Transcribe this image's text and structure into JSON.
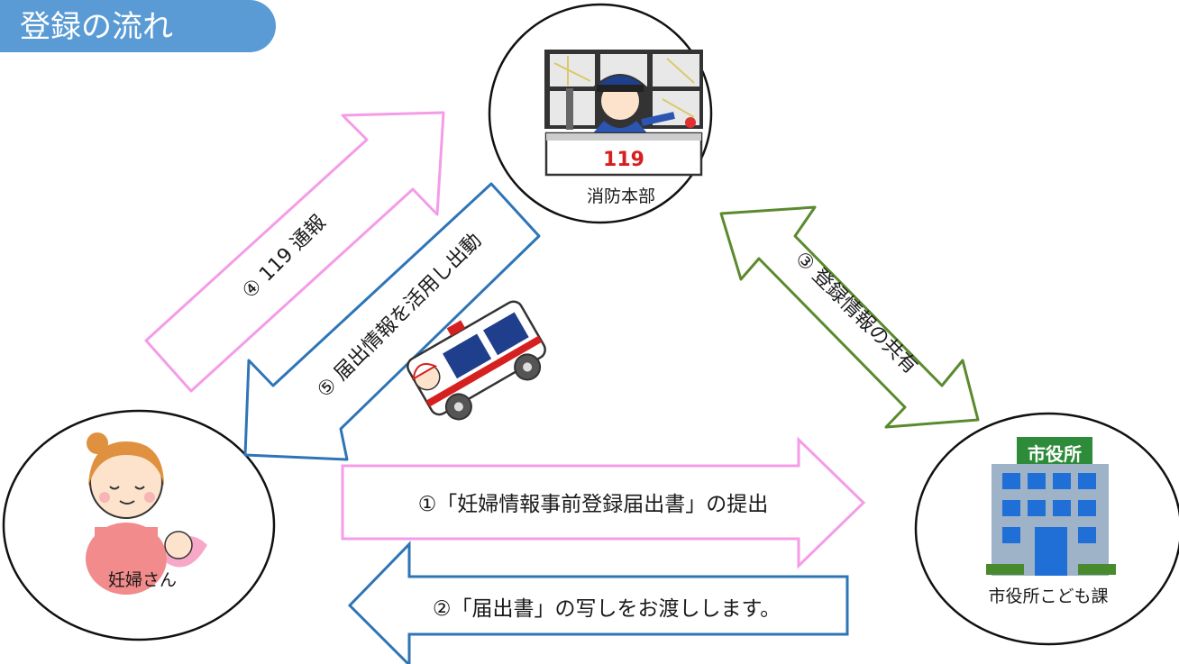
{
  "header": {
    "title": "登録の流れ"
  },
  "nodes": {
    "fire_hq": {
      "label": "消防本部",
      "sign": "119"
    },
    "pregnant": {
      "label": "妊婦さん"
    },
    "city_hall": {
      "label": "市役所こども課",
      "sign": "市役所"
    }
  },
  "steps": {
    "s1": "①「妊婦情報事前登録届出書」の提出",
    "s2": "②「届出書」の写しをお渡しします。",
    "s3": "③ 登録情報の共有",
    "s4": "④ 119 通報",
    "s5": "⑤ 届出情報を活用し出動"
  },
  "colors": {
    "header_bg": "#5b9bd5",
    "pink_arrow": "#f49ce8",
    "blue_arrow": "#2e75b6",
    "green_arrow": "#5a8a2e"
  }
}
